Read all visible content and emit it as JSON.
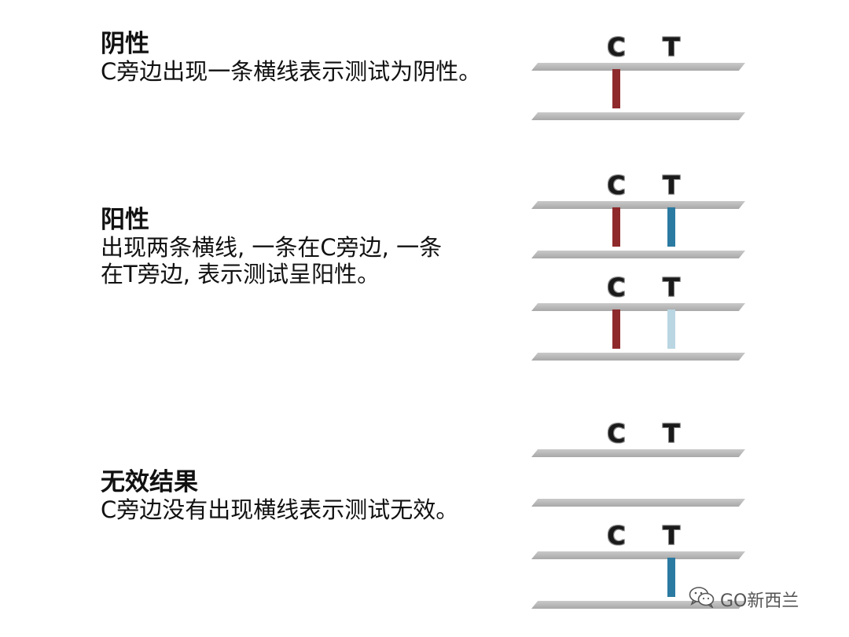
{
  "sections": [
    {
      "heading": "阴性",
      "lines": [
        "C旁边出现一条横线表示测试为阴性。"
      ]
    },
    {
      "heading": "阳性",
      "lines": [
        "出现两条横线, 一条在C旁边, 一条",
        "在T旁边, 表示测试呈阳性。"
      ]
    },
    {
      "heading": "无效结果",
      "lines": [
        "C旁边没有出现横线表示测试无效。"
      ]
    }
  ],
  "strip_labels": {
    "control": "C",
    "test": "T"
  },
  "strips": [
    {
      "c_line": true,
      "t_line": false,
      "c_color": "#8e2a2c",
      "t_color": ""
    },
    {
      "c_line": true,
      "t_line": true,
      "c_color": "#8e2a2c",
      "t_color": "#2b7aa1"
    },
    {
      "c_line": true,
      "t_line": true,
      "c_color": "#8e2a2c",
      "t_color": "#b9d6e2"
    },
    {
      "c_line": false,
      "t_line": false,
      "c_color": "",
      "t_color": ""
    },
    {
      "c_line": false,
      "t_line": true,
      "c_color": "",
      "t_color": "#2b7aa1"
    }
  ],
  "watermark": {
    "icon": "wechat-icon",
    "text": "GO新西兰"
  }
}
